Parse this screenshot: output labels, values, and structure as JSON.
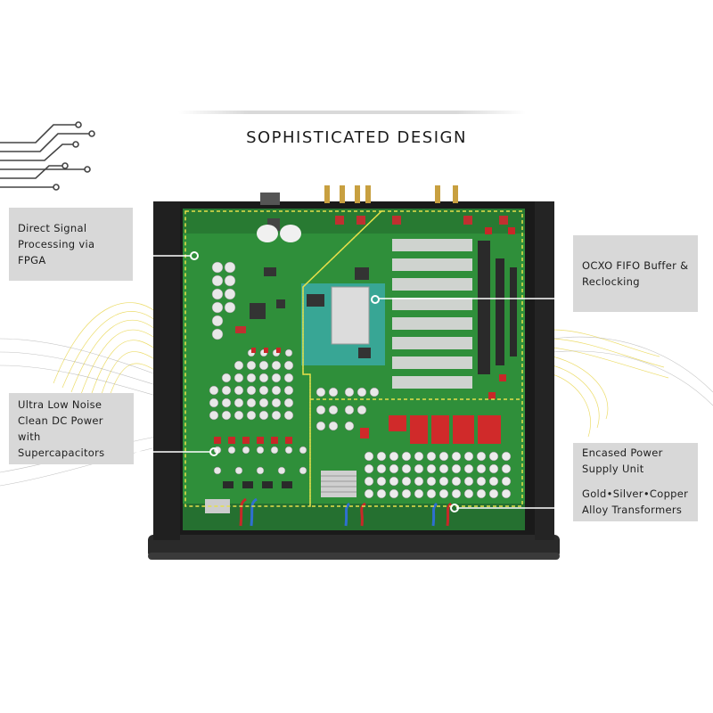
{
  "page": {
    "title": "SOPHISTICATED DESIGN"
  },
  "callouts": {
    "fpga": {
      "line1": "Direct Signal",
      "line2": "Processing via FPGA"
    },
    "power": {
      "line1": "Ultra Low Noise",
      "line2": "Clean DC Power with",
      "line3": "Supercapacitors"
    },
    "ocxo": {
      "line1": "OCXO FIFO Buffer &",
      "line2": "Reclocking"
    },
    "psu": {
      "line1": "Encased Power",
      "line2": "Supply Unit",
      "line3": "Gold•Silver•Copper",
      "line4": "Alloy Transformers"
    }
  },
  "colors": {
    "pcb": "#2f8f3a",
    "chassis": "#1a1a1a",
    "highlight": "#e6e04a",
    "callout_bg": "#d8d8d8"
  },
  "icons": [
    "circuit-trace-icon",
    "callout-marker-icon"
  ]
}
